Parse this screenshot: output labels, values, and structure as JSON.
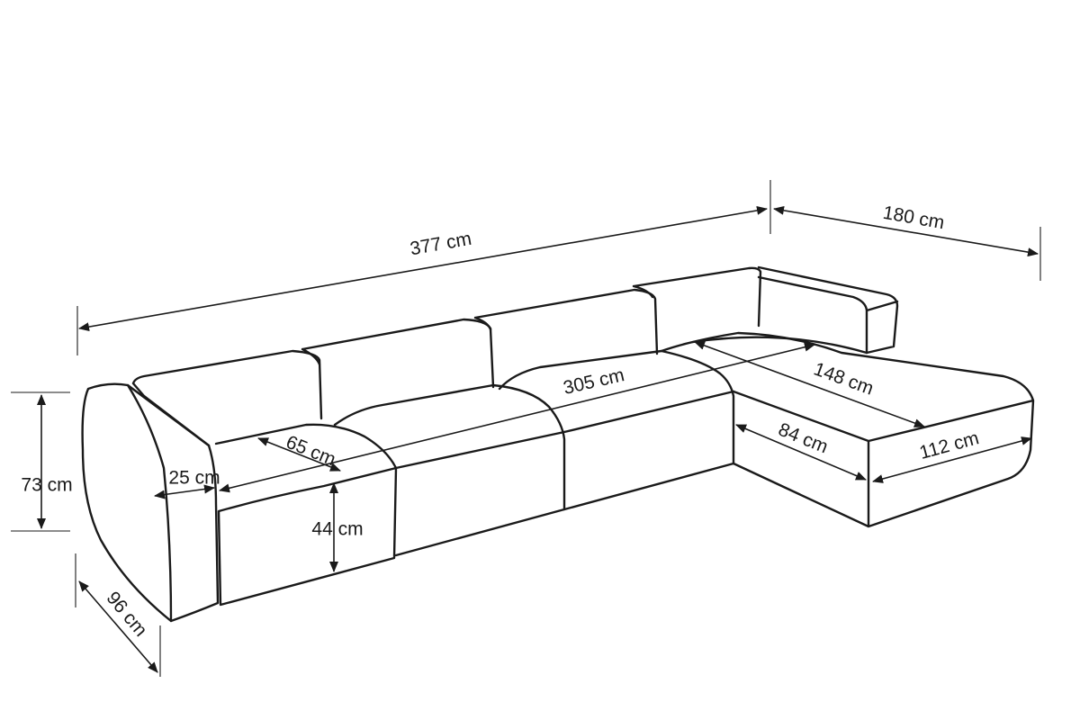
{
  "diagram": {
    "dimensions": {
      "total_width": "377 cm",
      "chaise_depth_total": "180 cm",
      "seat_width": "305 cm",
      "chaise_seat_length": "148 cm",
      "chaise_seat_width": "84 cm",
      "chaise_width": "112 cm",
      "seat_depth": "65 cm",
      "armrest_width": "25 cm",
      "seat_height": "44 cm",
      "height": "73 cm",
      "depth": "96 cm"
    }
  }
}
